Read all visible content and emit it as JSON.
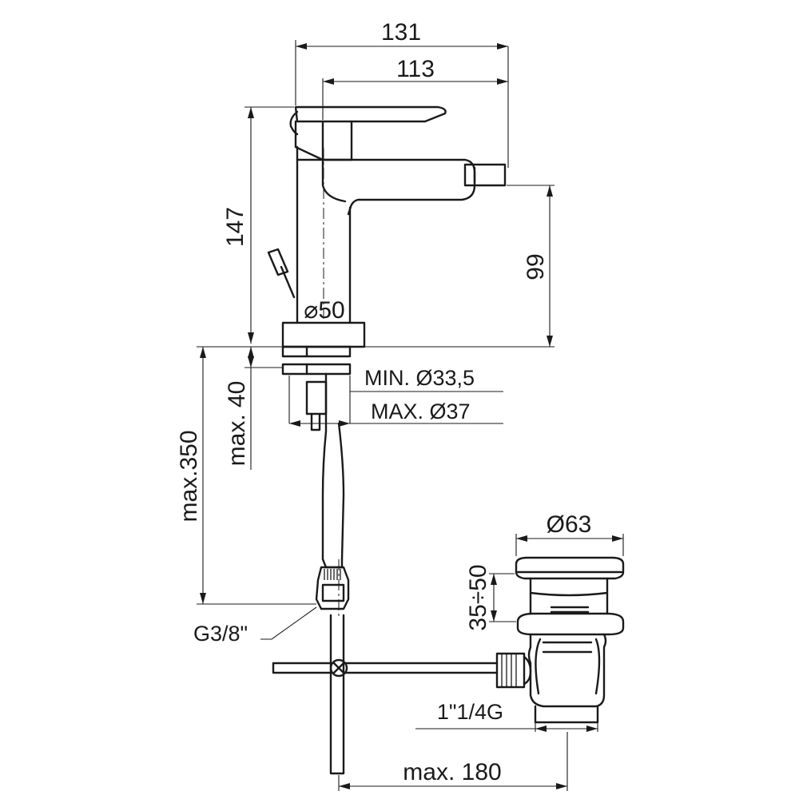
{
  "dimensions": {
    "overall_length": "131",
    "spout_reach": "113",
    "overall_height": "147",
    "outlet_height": "99",
    "base_diameter": "⌀50",
    "hole_min": "MIN. Ø33,5",
    "hole_max": "MAX. Ø37",
    "deck_thickness": "max. 40",
    "hose_length": "max.350",
    "hose_connection": "G3/8\"",
    "waste_diameter": "Ø63",
    "waste_height": "35÷50",
    "waste_thread": "1\"1/4G",
    "rod_length": "max. 180"
  }
}
